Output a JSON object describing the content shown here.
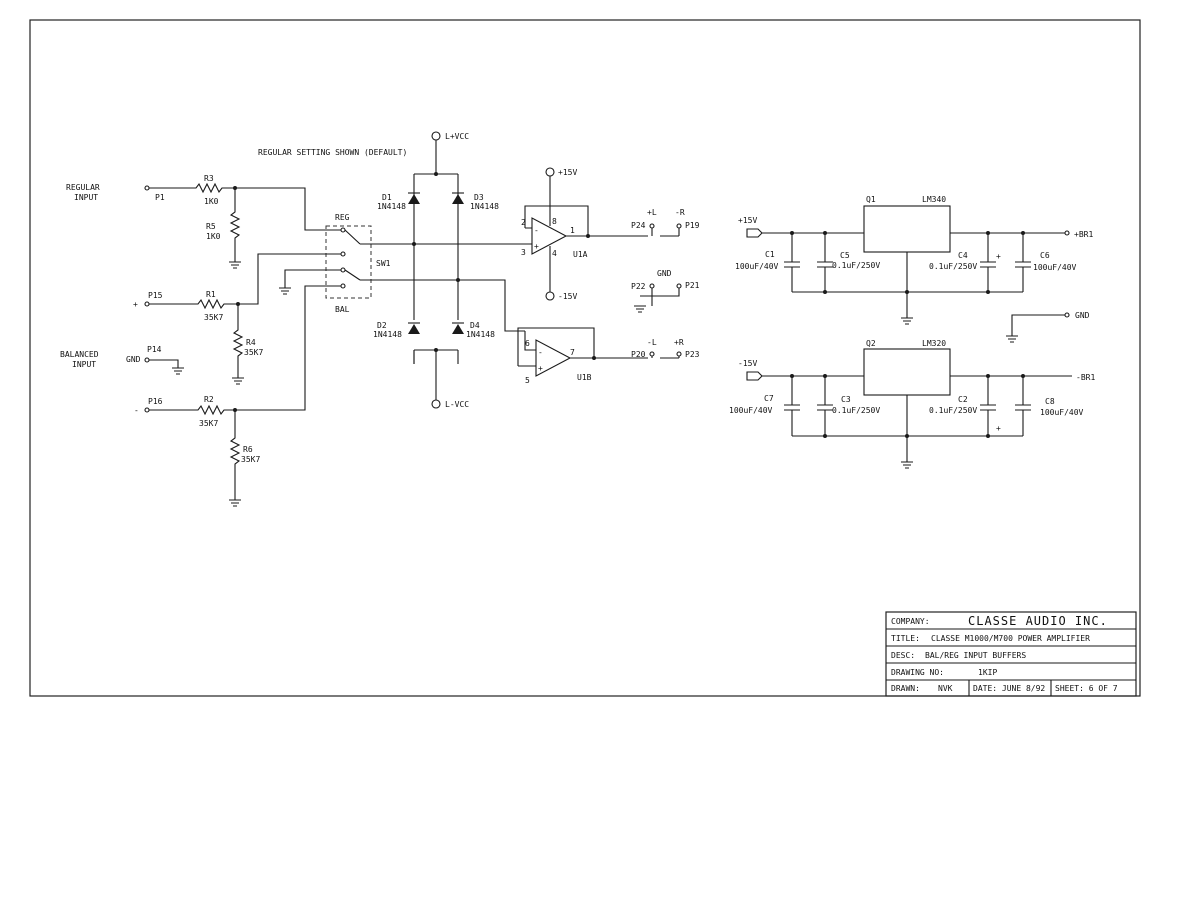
{
  "sheet": {
    "note": "REGULAR SETTING SHOWN (DEFAULT)",
    "title_block": {
      "company_label": "COMPANY:",
      "company": "CLASSE AUDIO INC.",
      "title_label": "TITLE:",
      "title": "CLASSE M1000/M700 POWER AMPLIFIER",
      "desc_label": "DESC:",
      "desc": "BAL/REG INPUT BUFFERS",
      "drawing_no_label": "DRAWING NO:",
      "drawing_no": "1KIP",
      "drawn_label": "DRAWN:",
      "drawn": "NVK",
      "date": "DATE: JUNE 8/92",
      "sheet_no": "SHEET: 6 OF 7"
    }
  },
  "input_section": {
    "regular_input": [
      "REGULAR",
      "INPUT"
    ],
    "balanced_input": [
      "BALANCED",
      "INPUT"
    ],
    "plus": "+",
    "minus": "-",
    "gnd": "GND",
    "p1": "P1",
    "p14": "P14",
    "p15": "P15",
    "p16": "P16",
    "r3": "R3",
    "r3v": "1K0",
    "r5": "R5",
    "r5v": "1K0",
    "r1": "R1",
    "r1v": "35K7",
    "r4": "R4",
    "r4v": "35K7",
    "r2": "R2",
    "r2v": "35K7",
    "r6": "R6",
    "r6v": "35K7"
  },
  "switch": {
    "reg": "REG",
    "bal": "BAL",
    "sw1": "SW1"
  },
  "diodes": {
    "lvcc_pos": "L+VCC",
    "lvcc_neg": "L-VCC",
    "d1": "D1",
    "d1v": "1N4148",
    "d2": "D2",
    "d2v": "1N4148",
    "d3": "D3",
    "d3v": "1N4148",
    "d4": "D4",
    "d4v": "1N4148"
  },
  "opamps": {
    "pos15": "+15V",
    "neg15": "-15V",
    "u1a": "U1A",
    "u1b": "U1B",
    "pin2": "2",
    "pin3": "3",
    "pin8": "8",
    "pin4": "4",
    "pin1": "1",
    "pin6": "6",
    "pin5": "5",
    "pin7": "7",
    "minus": "-",
    "plus": "+"
  },
  "outputs": {
    "plus_l": "+L",
    "minus_r": "-R",
    "p24": "P24",
    "p19": "P19",
    "gnd": "GND",
    "p22": "P22",
    "p21": "P21",
    "minus_l": "-L",
    "plus_r": "+R",
    "p20": "P20",
    "p23": "P23"
  },
  "reg_pos": {
    "in": "+15V",
    "q": "Q1",
    "part": "LM340",
    "out": "+BR1",
    "c1": "C1",
    "c1v": "100uF/40V",
    "c5": "C5",
    "c5v": "0.1uF/250V",
    "c4": "C4",
    "c4v": "0.1uF/250V",
    "c6": "C6",
    "c6v": "100uF/40V",
    "plus": "+"
  },
  "gnd_term": "GND",
  "reg_neg": {
    "in": "-15V",
    "q": "Q2",
    "part": "LM320",
    "out": "-BR1",
    "c7": "C7",
    "c7v": "100uF/40V",
    "c3": "C3",
    "c3v": "0.1uF/250V",
    "c2": "C2",
    "c2v": "0.1uF/250V",
    "c8": "C8",
    "c8v": "100uF/40V",
    "plus": "+"
  }
}
